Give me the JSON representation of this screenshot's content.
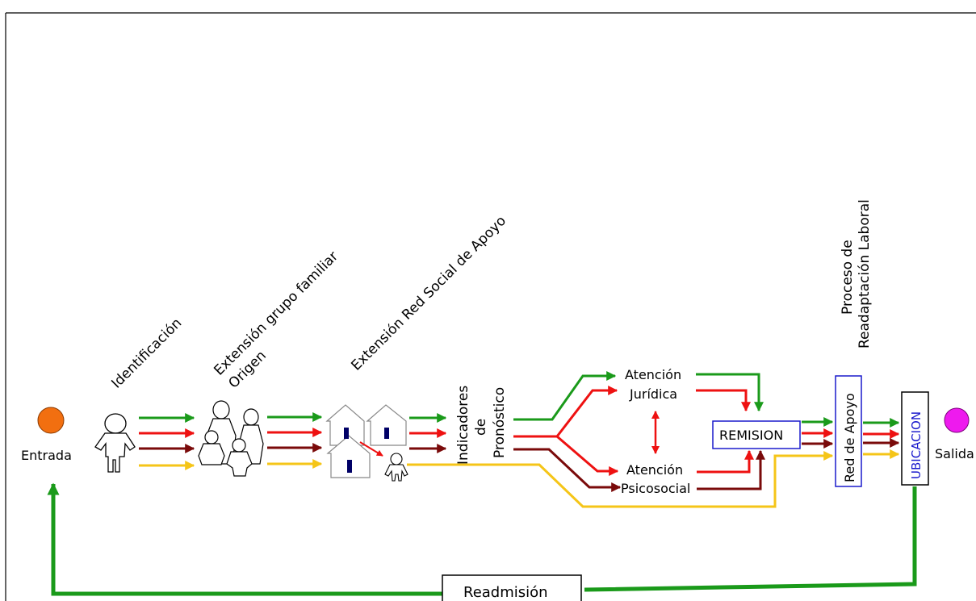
{
  "stages": {
    "identificacion": "Identificación",
    "grupo_familiar_line1": "Extensión grupo familiar",
    "grupo_familiar_line2": "Origen",
    "red_social": "Extensión Red Social de Apoyo",
    "indicadores_line1": "Indicadores",
    "indicadores_line2": "de",
    "indicadores_line3": "Pronóstico",
    "readaptacion_line1": "Proceso de",
    "readaptacion_line2": "Readaptación Laboral"
  },
  "nodes": {
    "entrada": "Entrada",
    "salida": "Salida",
    "atencion_juridica_line1": "Atención",
    "atencion_juridica_line2": "Jurídica",
    "atencion_psicosocial_line1": "Atención",
    "atencion_psicosocial_line2": "Psicosocial",
    "remision": "REMISION",
    "red_de_apoyo": "Red de Apoyo",
    "ubicacion": "UBICACION",
    "readmision": "Readmisión"
  },
  "colors": {
    "green": "#1a9a1a",
    "red": "#ee1111",
    "darkred": "#7a0a0a",
    "yellow": "#f5c518",
    "orange": "#f26f10",
    "magenta": "#ee1aee",
    "blue": "#1a1acc",
    "navy": "#000066"
  },
  "icons": {
    "person": "person-outline-icon",
    "family": "family-group-icon",
    "houses": "houses-icon",
    "entry": "entry-circle-icon",
    "exit": "exit-circle-icon"
  }
}
